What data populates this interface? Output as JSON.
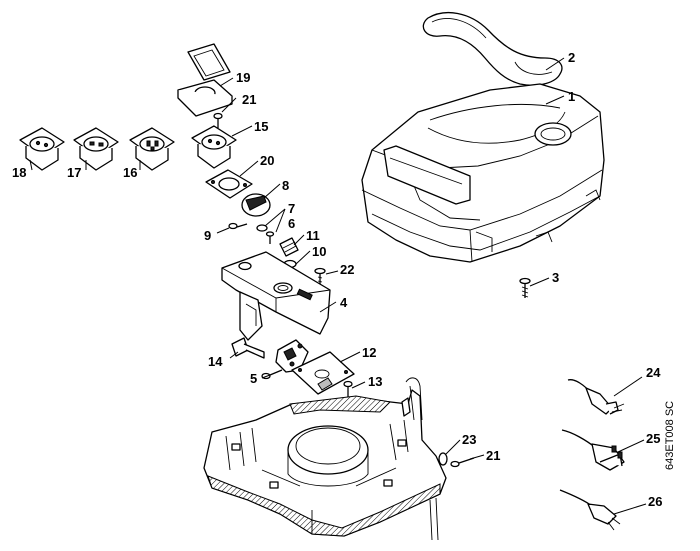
{
  "drawing_code": "643ET008 SC",
  "parts": [
    {
      "id": "cover",
      "number": "1"
    },
    {
      "id": "handle",
      "number": "2"
    },
    {
      "id": "cover-screw",
      "number": "3"
    },
    {
      "id": "switch-housing",
      "number": "4"
    },
    {
      "id": "lever-screw",
      "number": "5"
    },
    {
      "id": "small-screw",
      "number": "6"
    },
    {
      "id": "o-ring",
      "number": "7"
    },
    {
      "id": "knob",
      "number": "8"
    },
    {
      "id": "knob-screw",
      "number": "9"
    },
    {
      "id": "seal-ring",
      "number": "10"
    },
    {
      "id": "grommet",
      "number": "11"
    },
    {
      "id": "board",
      "number": "12"
    },
    {
      "id": "board-screw",
      "number": "13"
    },
    {
      "id": "lever",
      "number": "14"
    },
    {
      "id": "socket-15",
      "number": "15"
    },
    {
      "id": "socket-16",
      "number": "16"
    },
    {
      "id": "socket-17",
      "number": "17"
    },
    {
      "id": "socket-18",
      "number": "18"
    },
    {
      "id": "socket-cap",
      "number": "19"
    },
    {
      "id": "gasket",
      "number": "20"
    },
    {
      "id": "screw-21-top",
      "number": "21"
    },
    {
      "id": "screw-22",
      "number": "22"
    },
    {
      "id": "clip-23",
      "number": "23"
    },
    {
      "id": "screw-21-bottom",
      "number": "21"
    },
    {
      "id": "plug-24",
      "number": "24"
    },
    {
      "id": "plug-25",
      "number": "25"
    },
    {
      "id": "plug-26",
      "number": "26"
    }
  ]
}
